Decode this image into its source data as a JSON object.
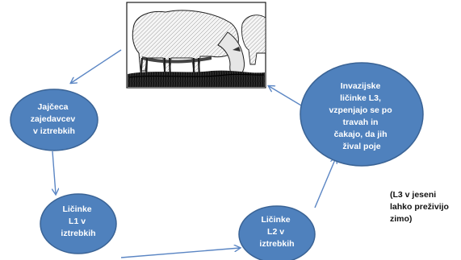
{
  "diagram": {
    "colors": {
      "node_fill": "#4f81bd",
      "node_text": "#ffffff",
      "arrow": "#5b86c4",
      "note_text": "#111111"
    },
    "illustration": "sheep-grazing-sketch",
    "nodes": {
      "eggs": [
        "Jajčeca",
        "zajedavcev",
        "v iztrebkih"
      ],
      "larvae_l1": [
        "Ličinke",
        "L1 v",
        "iztrebkih"
      ],
      "larvae_l2": [
        "Ličinke",
        "L2 v",
        "iztrebkih"
      ],
      "larvae_l3": [
        "Invazijske",
        "ličinke L3,",
        "vzpenjajo se po",
        "travah  in",
        "čakajo,  da jih",
        "žival poje"
      ]
    },
    "note": [
      "(L3 v jeseni",
      "lahko preživijo",
      "zimo)"
    ]
  }
}
